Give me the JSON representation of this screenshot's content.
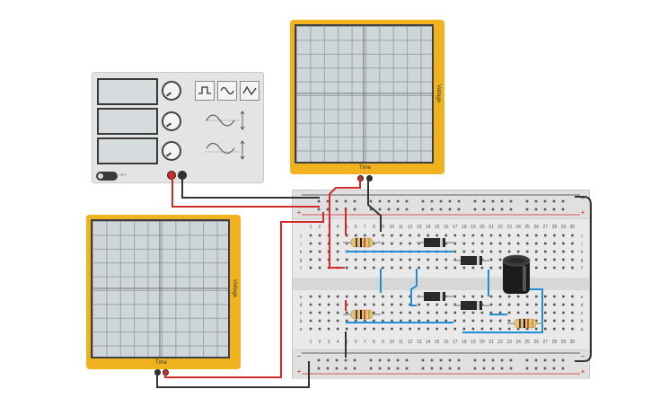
{
  "function_generator": {
    "power_label": "OFF",
    "waveforms": [
      "square-wave-icon",
      "sine-wave-icon",
      "triangle-wave-icon"
    ]
  },
  "oscilloscope_top": {
    "y_axis_label": "Voltage",
    "x_axis_label": "Time"
  },
  "oscilloscope_left": {
    "y_axis_label": "Voltage",
    "x_axis_label": "Time"
  },
  "breadboard": {
    "row_letters_upper": [
      "j",
      "i",
      "h",
      "g",
      "f"
    ],
    "row_letters_lower": [
      "e",
      "d",
      "c",
      "b",
      "a"
    ],
    "column_numbers": [
      "1",
      "2",
      "3",
      "4",
      "5",
      "6",
      "7",
      "8",
      "9",
      "10",
      "11",
      "12",
      "13",
      "14",
      "15",
      "16",
      "17",
      "18",
      "19",
      "20",
      "21",
      "22",
      "23",
      "24",
      "25",
      "26",
      "27",
      "28",
      "29",
      "30"
    ],
    "rail_plus": "+",
    "rail_minus": "−"
  },
  "colors": {
    "wire_red": "#d42a2a",
    "wire_black": "#333333",
    "wire_blue": "#1e8fd6",
    "scope_frame": "#f0b21e",
    "screen": "#cfd6d9"
  }
}
